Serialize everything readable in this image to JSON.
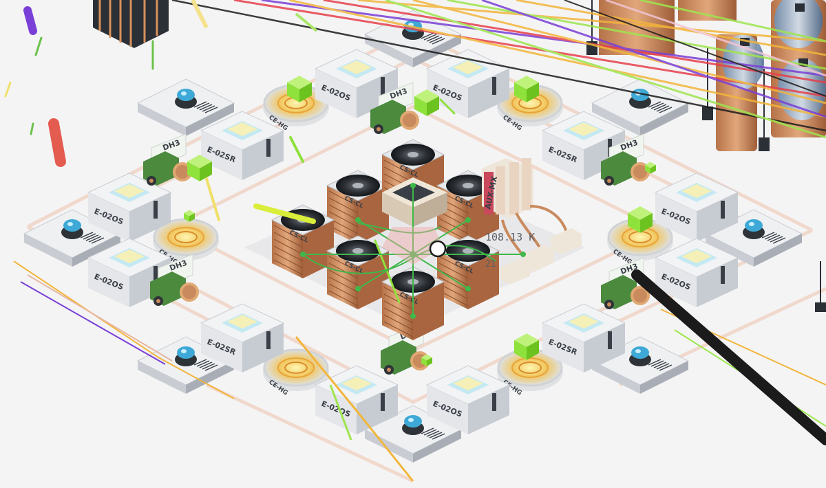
{
  "labels": {
    "e02os": "E-02OS",
    "e02sr": "E-02SR",
    "dh3": "DH3",
    "cs_cl": "CS-CL",
    "ce_hg": "CE-HG",
    "aux_mx": "AUX-MX"
  },
  "hud": {
    "readout_main": "108.13 K",
    "readout_sub": "21"
  },
  "colors": {
    "background": "#f4f4f5",
    "floor_line": "#f1d6c8",
    "cube": "#8fe13c",
    "copper": "#c98a5e",
    "cable_black": "#1b1b1b",
    "overlay_green": "#3fb84a"
  }
}
